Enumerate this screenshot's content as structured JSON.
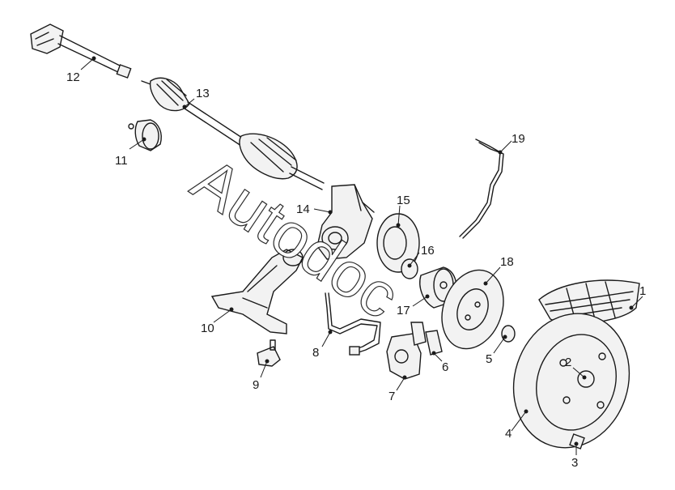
{
  "watermark": "Autodoc",
  "colors": {
    "line": "#1a1a1a",
    "background": "#ffffff",
    "watermark_fill": "#ffffff"
  },
  "labels": {
    "l1": "1",
    "l2": "2",
    "l3": "3",
    "l4": "4",
    "l5": "5",
    "l6": "6",
    "l7": "7",
    "l8": "8",
    "l9": "9",
    "l10": "10",
    "l11": "11",
    "l12": "12",
    "l13": "13",
    "l14": "14",
    "l15": "15",
    "l16": "16",
    "l17": "17",
    "l18": "18",
    "l19": "19"
  }
}
